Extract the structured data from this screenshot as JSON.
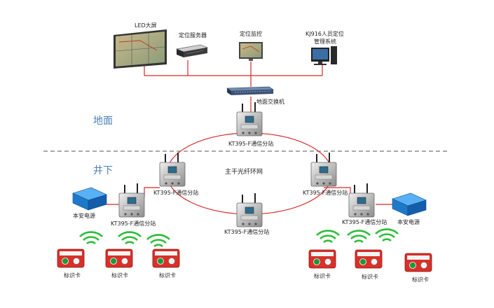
{
  "labels": {
    "led_screen": "LED大屏",
    "location_server": "定位服务器",
    "location_monitor": "定位监控",
    "kj916": "KJ916人员定位",
    "mgmt_system": "管理系统",
    "ground_switch": "地面交换机",
    "ground_zone": "地面",
    "underground_zone": "井下",
    "ring_network": "主干光纤环网",
    "substation": "KT395-F通信分站",
    "safe_power": "本安电源",
    "tag_card": "标识卡"
  },
  "colors": {
    "line": "#d62828",
    "ring": "#d62828",
    "zone_text": "#4a7fb5",
    "wireless": "#2ebd3a",
    "power_box": "#1f79c9",
    "tag_red": "#d9302a"
  },
  "icons": [
    "led-screen-icon",
    "server-icon",
    "monitor-map-icon",
    "computer-icon",
    "switch-icon",
    "substation-icon",
    "power-supply-icon",
    "wireless-icon",
    "tag-card-icon"
  ]
}
